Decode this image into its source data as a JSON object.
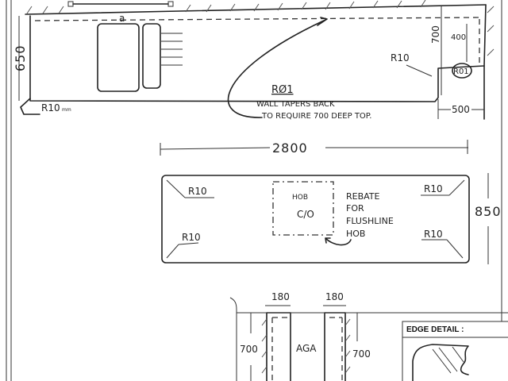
{
  "plan_top": {
    "depth_label": "650",
    "corner_radius_label": "R10",
    "corner_radius_unit": "mm",
    "return_radius_label": "R10",
    "return_depth_label": "700",
    "inner_depth_label": "400",
    "return_width_label": "500",
    "ref_circle_label": "R01",
    "note_ref": "RØ1",
    "note_line1": "WALL TAPERS BACK",
    "note_line2": "TO REQUIRE 700 DEEP TOP.",
    "tap_label": "a"
  },
  "island": {
    "width_label": "2800",
    "depth_label": "850",
    "corner_tl": "R10",
    "corner_tr": "R10",
    "corner_bl": "R10",
    "corner_br": "R10",
    "hob_label": "HOB",
    "hob_sub": "C/O",
    "rebate_line1": "REBATE",
    "rebate_line2": "FOR",
    "rebate_line3": "FLUSHLINE",
    "rebate_line4": "HOB"
  },
  "aga": {
    "left_width": "180",
    "right_width": "180",
    "left_depth": "700",
    "right_depth": "700",
    "label": "AGA"
  },
  "edge_detail": {
    "title": "EDGE DETAIL :"
  }
}
